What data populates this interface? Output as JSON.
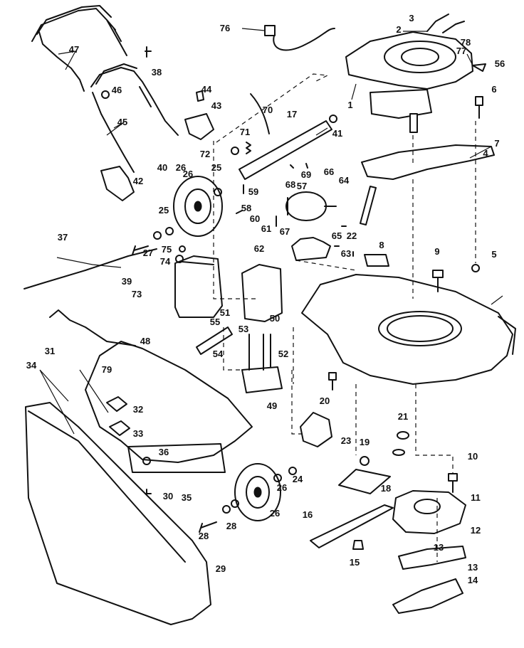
{
  "callouts": [
    {
      "label": "1"
    },
    {
      "label": "2"
    },
    {
      "label": "3"
    },
    {
      "label": "4"
    },
    {
      "label": "5"
    },
    {
      "label": "6"
    },
    {
      "label": "7"
    },
    {
      "label": "8"
    },
    {
      "label": "9"
    },
    {
      "label": "10"
    },
    {
      "label": "11"
    },
    {
      "label": "12"
    },
    {
      "label": "13"
    },
    {
      "label": "13"
    },
    {
      "label": "14"
    },
    {
      "label": "15"
    },
    {
      "label": "16"
    },
    {
      "label": "17"
    },
    {
      "label": "18"
    },
    {
      "label": "19"
    },
    {
      "label": "20"
    },
    {
      "label": "21"
    },
    {
      "label": "22"
    },
    {
      "label": "23"
    },
    {
      "label": "24"
    },
    {
      "label": "25"
    },
    {
      "label": "25"
    },
    {
      "label": "26"
    },
    {
      "label": "26"
    },
    {
      "label": "26"
    },
    {
      "label": "26"
    },
    {
      "label": "27"
    },
    {
      "label": "28"
    },
    {
      "label": "28"
    },
    {
      "label": "29"
    },
    {
      "label": "30"
    },
    {
      "label": "31"
    },
    {
      "label": "32"
    },
    {
      "label": "33"
    },
    {
      "label": "34"
    },
    {
      "label": "35"
    },
    {
      "label": "36"
    },
    {
      "label": "37"
    },
    {
      "label": "38"
    },
    {
      "label": "39"
    },
    {
      "label": "40"
    },
    {
      "label": "41"
    },
    {
      "label": "42"
    },
    {
      "label": "43"
    },
    {
      "label": "44"
    },
    {
      "label": "45"
    },
    {
      "label": "46"
    },
    {
      "label": "47"
    },
    {
      "label": "48"
    },
    {
      "label": "49"
    },
    {
      "label": "50"
    },
    {
      "label": "51"
    },
    {
      "label": "52"
    },
    {
      "label": "53"
    },
    {
      "label": "54"
    },
    {
      "label": "55"
    },
    {
      "label": "56"
    },
    {
      "label": "57"
    },
    {
      "label": "58"
    },
    {
      "label": "59"
    },
    {
      "label": "60"
    },
    {
      "label": "61"
    },
    {
      "label": "62"
    },
    {
      "label": "63"
    },
    {
      "label": "64"
    },
    {
      "label": "65"
    },
    {
      "label": "66"
    },
    {
      "label": "67"
    },
    {
      "label": "68"
    },
    {
      "label": "69"
    },
    {
      "label": "70"
    },
    {
      "label": "71"
    },
    {
      "label": "72"
    },
    {
      "label": "73"
    },
    {
      "label": "74"
    },
    {
      "label": "75"
    },
    {
      "label": "76"
    },
    {
      "label": "77"
    },
    {
      "label": "78"
    },
    {
      "label": "79"
    }
  ]
}
